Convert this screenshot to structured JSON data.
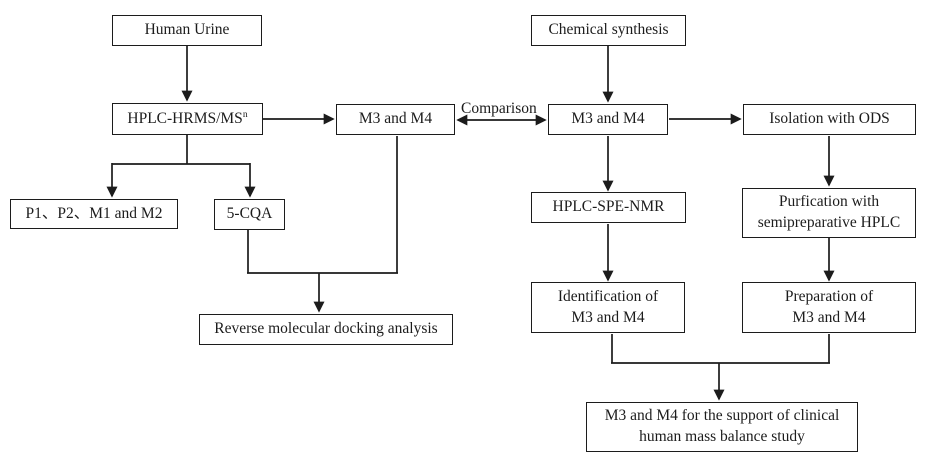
{
  "diagram": {
    "type": "flowchart",
    "labels": {
      "comparison": "Comparison"
    },
    "nodes": {
      "human_urine": {
        "text": "Human Urine"
      },
      "hplc_hrms": {
        "text": "HPLC-HRMS/MS",
        "superscript": "n"
      },
      "m3m4_left": {
        "text": "M3 and M4"
      },
      "p1p2m1m2": {
        "text": "P1、P2、M1 and M2"
      },
      "cqa": {
        "text": "5-CQA"
      },
      "reverse_docking": {
        "text": "Reverse molecular docking analysis"
      },
      "chemical_synthesis": {
        "text": "Chemical synthesis"
      },
      "m3m4_right": {
        "text": "M3 and M4"
      },
      "isolation_ods": {
        "text": "Isolation with ODS"
      },
      "hplc_spe_nmr": {
        "text": "HPLC-SPE-NMR"
      },
      "purification": {
        "line1": "Purfication with",
        "line2": "semipreparative HPLC"
      },
      "identification": {
        "line1": "Identification of",
        "line2": "M3 and M4"
      },
      "preparation": {
        "line1": "Preparation of",
        "line2": "M3 and M4"
      },
      "final_support": {
        "line1": "M3 and M4 for the support of clinical",
        "line2": "human mass balance study"
      }
    },
    "colors": {
      "box_border": "#1c1c1c",
      "box_background": "#ffffff",
      "line": "#1c1c1c",
      "text": "#1c1c1c",
      "page_background": "#ffffff"
    }
  }
}
